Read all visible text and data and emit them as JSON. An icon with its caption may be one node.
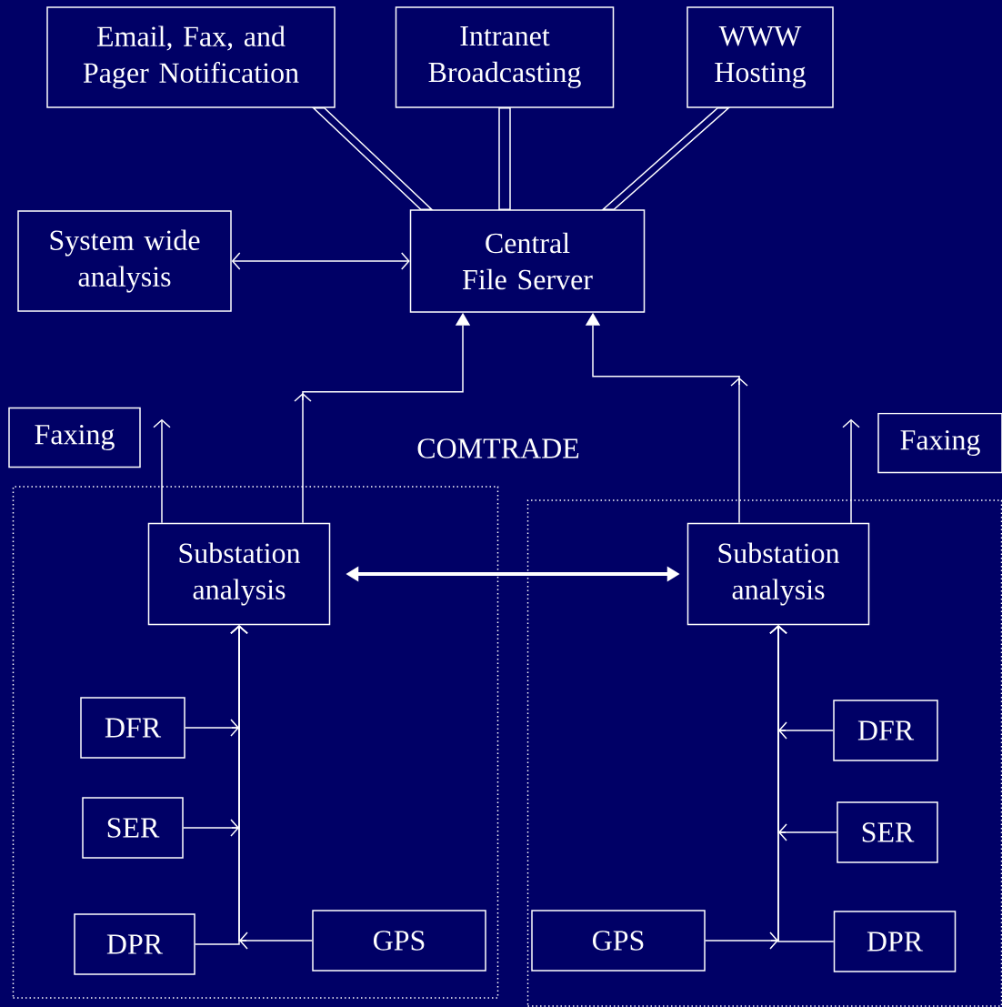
{
  "diagram": {
    "nodes": [
      {
        "text": [
          "Email, Fax, and Pager Notification"
        ]
      },
      {
        "text": [
          "Intranet Broadcasting"
        ]
      },
      {
        "text": [
          "WWW Hosting"
        ]
      },
      {
        "text": [
          "System wide analysis"
        ]
      },
      {
        "text": [
          "Central File Server"
        ]
      },
      {
        "text": [
          "Faxing"
        ]
      },
      {
        "text": [],
        "shape": "box"
      },
      {
        "text": [
          "Substation analysis"
        ],
        "in": 6
      },
      {
        "text": [
          "DFR"
        ],
        "in": 6
      },
      {
        "text": [
          "SER"
        ],
        "in": 6
      },
      {
        "text": [
          "DPR"
        ],
        "in": 6
      },
      {
        "text": [
          "GPS"
        ],
        "in": 6
      },
      {
        "text": [
          "Faxing"
        ]
      },
      {
        "text": [],
        "shape": "box"
      },
      {
        "text": [
          "Substation analysis"
        ],
        "in": 13
      },
      {
        "text": [
          "DFR"
        ],
        "in": 13
      },
      {
        "text": [
          "SER"
        ],
        "in": 13
      },
      {
        "text": [
          "GPS"
        ],
        "in": 13
      },
      {
        "text": [
          "DPR"
        ],
        "in": 13
      }
    ],
    "edges": [
      {
        "from": 0,
        "to": 4,
        "arrow": "none"
      },
      {
        "from": 1,
        "to": 4,
        "arrow": "none"
      },
      {
        "from": 2,
        "to": 4,
        "arrow": "none"
      },
      {
        "from": 3,
        "to": 4,
        "arrow": "both"
      },
      {
        "from": 7,
        "to": 4,
        "arrow": "to"
      },
      {
        "from": 14,
        "to": 4,
        "arrow": "to"
      },
      {
        "from": 7,
        "to": null,
        "arrow": "to"
      },
      {
        "from": 14,
        "to": null,
        "arrow": "to"
      },
      {
        "from": 7,
        "to": 14,
        "arrow": "both",
        "style": "thick"
      },
      {
        "from": 8,
        "to": 7,
        "arrow": "to"
      },
      {
        "from": 9,
        "to": 7,
        "arrow": "to"
      },
      {
        "from": 10,
        "to": 7,
        "arrow": "to"
      },
      {
        "from": 11,
        "to": 7,
        "arrow": "to"
      },
      {
        "from": 15,
        "to": 14,
        "arrow": "to"
      },
      {
        "from": 16,
        "to": 14,
        "arrow": "to"
      },
      {
        "from": 18,
        "to": 14,
        "arrow": "to"
      },
      {
        "from": 17,
        "to": 14,
        "arrow": "to"
      }
    ],
    "labels": [
      "COMTRADE"
    ]
  }
}
